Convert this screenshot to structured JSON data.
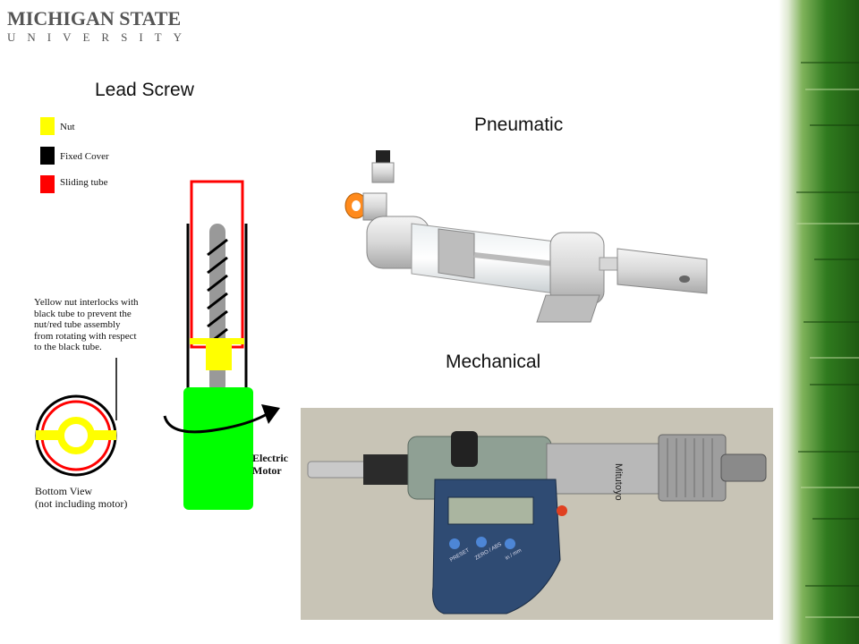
{
  "logo": {
    "line1": "MICHIGAN STATE",
    "line2": "UNIVERSITY"
  },
  "titles": {
    "lead_screw": "Lead Screw",
    "pneumatic": "Pneumatic",
    "mechanical": "Mechanical"
  },
  "legend": [
    {
      "label": "Nut",
      "color": "#ffff00"
    },
    {
      "label": "Fixed Cover",
      "color": "#000000"
    },
    {
      "label": "Sliding tube",
      "color": "#ff0000"
    }
  ],
  "note": {
    "text": "Yellow nut interlocks with black tube to prevent the nut/red tube assembly from rotating with respect to the black tube."
  },
  "bottom_view": {
    "line1": "Bottom View",
    "line2": "(not including motor)"
  },
  "motor": {
    "line1": "Electric",
    "line2": "Motor"
  },
  "micrometer": {
    "brand": "Mitutoyo",
    "buttons": [
      "PRESET",
      "ZERO / ABS",
      "in / mm"
    ]
  },
  "colors": {
    "green_band": "#2f7a1e",
    "motor_green": "#00ff00"
  }
}
